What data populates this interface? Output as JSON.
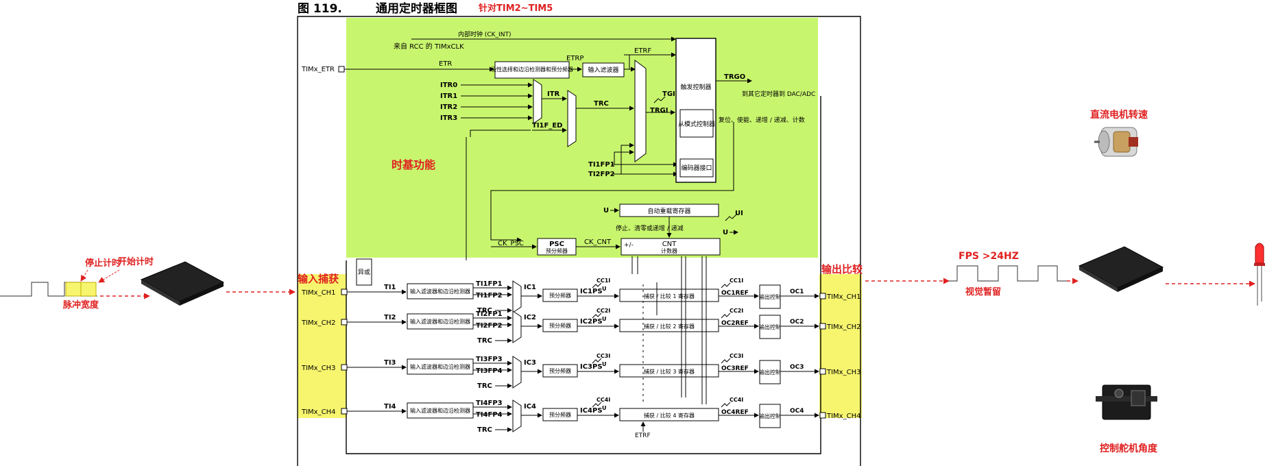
{
  "header": {
    "figure_no": "图 119.",
    "title": "通用定时器框图",
    "subtitle": "针对TIM2~TIM5"
  },
  "left": {
    "stop_timing": "停止计时",
    "start_timing": "开始计时",
    "pulse_width": "脉冲宽度"
  },
  "right": {
    "fps": "FPS >24HZ",
    "persistence": "视觉暂留",
    "dc_motor": "直流电机转速",
    "servo": "控制舵机角度"
  },
  "regions": {
    "timebase": "时基功能",
    "input_capture": "输入捕获",
    "output_compare": "输出比较"
  },
  "top": {
    "ck_int": "内部时钟 (CK_INT)",
    "rcc_clk": "来自 RCC 的 TIMxCLK",
    "etr_pin": "TIMx_ETR",
    "etr": "ETR",
    "etrp": "ETRP",
    "etrf": "ETRF",
    "polarity_box": "极性选择和边沿检测器和预分频器",
    "input_filter": "输入滤波器",
    "itr0": "ITR0",
    "itr1": "ITR1",
    "itr2": "ITR2",
    "itr3": "ITR3",
    "itr": "ITR",
    "trc": "TRC",
    "ti1f_ed": "TI1F_ED",
    "tgi": "TGI",
    "trgi": "TRGI",
    "ti1fp1": "TI1FP1",
    "ti2fp2": "TI2FP2",
    "trigger_ctrl": "触发控制器",
    "slave_ctrl": "从模式控制器",
    "encoder": "编码器接口",
    "trgo": "TRGO",
    "to_other": "到其它定时器到 DAC/ADC",
    "slave_modes": "复位、使能、递增 / 递减、计数"
  },
  "counter": {
    "u1": "U",
    "arr": "自动重载寄存器",
    "ui": "UI",
    "stop_clear": "停止、清零或递增 / 递减",
    "u2": "U",
    "ck_psc": "CK_PSC",
    "psc": "PSC",
    "psc_sub": "预分频器",
    "ck_cnt": "CK_CNT",
    "pm": "+/-",
    "cnt": "CNT",
    "cnt_sub": "计数器"
  },
  "channels": {
    "xor": "异或",
    "prescaler": "预分频器",
    "filter": "输入滤波器和边沿检测器",
    "trc": "TRC",
    "out_ctrl": "输出控制",
    "ch": [
      {
        "pin": "TIMx_CH1",
        "ti": "TI1",
        "fpa": "TI1FP1",
        "fpb": "TI1FP2",
        "ic": "IC1",
        "icps": "IC1PS",
        "cci": "CC1I",
        "u": "U",
        "reg": "捕获 / 比较 1 寄存器",
        "ref": "OC1REF",
        "oc": "OC1",
        "opin": "TIMx_CH1"
      },
      {
        "pin": "TIMx_CH2",
        "ti": "TI2",
        "fpa": "TI2FP1",
        "fpb": "TI2FP2",
        "ic": "IC2",
        "icps": "IC2PS",
        "cci": "CC2I",
        "u": "U",
        "reg": "捕获 / 比较 2 寄存器",
        "ref": "OC2REF",
        "oc": "OC2",
        "opin": "TIMx_CH2"
      },
      {
        "pin": "TIMx_CH3",
        "ti": "TI3",
        "fpa": "TI3FP3",
        "fpb": "TI3FP4",
        "ic": "IC3",
        "icps": "IC3PS",
        "cci": "CC3I",
        "u": "U",
        "reg": "捕获 / 比较 3 寄存器",
        "ref": "OC3REF",
        "oc": "OC3",
        "opin": "TIMx_CH3"
      },
      {
        "pin": "TIMx_CH4",
        "ti": "TI4",
        "fpa": "TI4FP3",
        "fpb": "TI4FP4",
        "ic": "IC4",
        "icps": "IC4PS",
        "cci": "CC4I",
        "u": "U",
        "reg": "捕获 / 比较 4 寄存器",
        "ref": "OC4REF",
        "oc": "OC4",
        "opin": "TIMx_CH4"
      }
    ],
    "etrf_bottom": "ETRF"
  },
  "colors": {
    "green": "#c8f56e",
    "yellow": "#f7f56e",
    "red": "#e02020"
  }
}
